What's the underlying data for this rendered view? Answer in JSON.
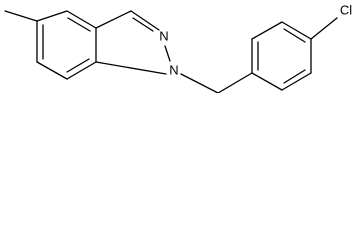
{
  "molecule": {
    "atoms": {
      "n2": "N",
      "n1": "N",
      "cl": "Cl"
    }
  }
}
